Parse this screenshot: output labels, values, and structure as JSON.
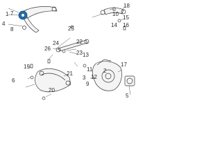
{
  "callouts": {
    "c1": "1",
    "c2": "2",
    "c3": "3",
    "c4": "4",
    "c5": "5",
    "c6": "6",
    "c7": "7",
    "c8": "8",
    "c9": "9",
    "c10": "10",
    "c11": "11",
    "c12": "12",
    "c13": "13",
    "c14": "14",
    "c15": "15",
    "c16": "16",
    "c17": "17",
    "c18": "18",
    "c19": "19",
    "c20": "20",
    "c21": "21",
    "c22": "22",
    "c23": "23",
    "c24": "24",
    "c25": "25",
    "c26": "26"
  },
  "colors": {
    "line": "#3a3a3a",
    "fill": "#f4f4f4",
    "highlight": "#1f6fb6"
  }
}
